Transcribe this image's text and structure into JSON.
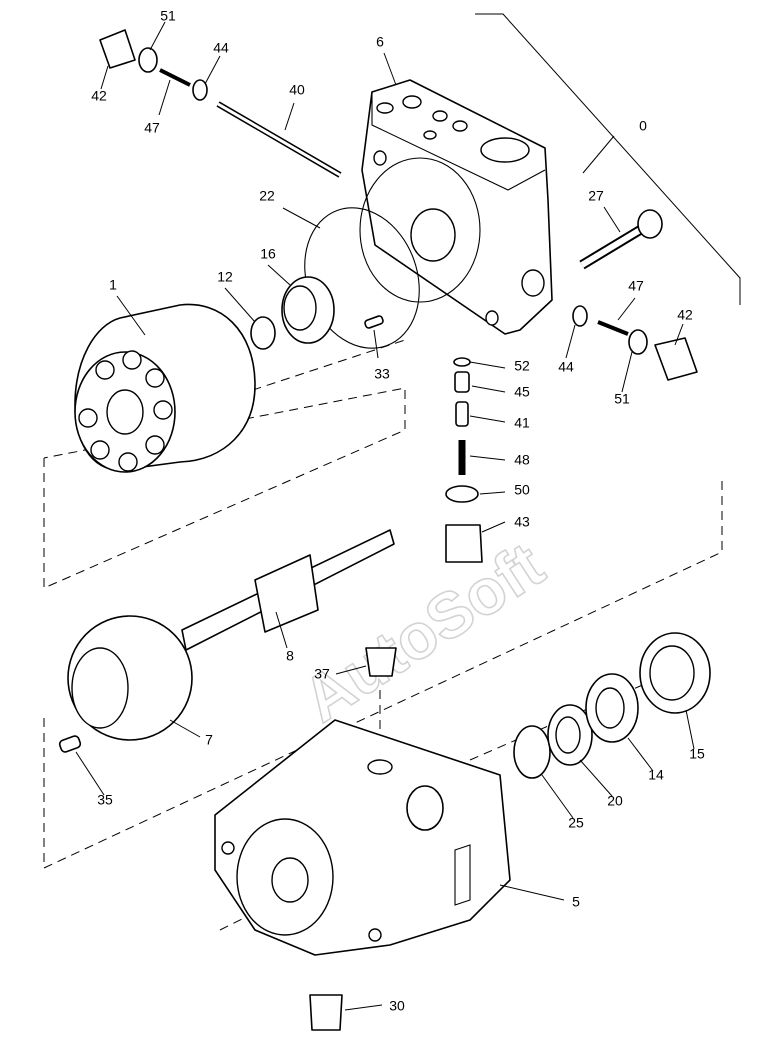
{
  "watermark": "AutoSoft",
  "callouts": [
    {
      "id": "c0",
      "text": "0"
    },
    {
      "id": "c1",
      "text": "1"
    },
    {
      "id": "c5",
      "text": "5"
    },
    {
      "id": "c6",
      "text": "6"
    },
    {
      "id": "c7",
      "text": "7"
    },
    {
      "id": "c8",
      "text": "8"
    },
    {
      "id": "c12",
      "text": "12"
    },
    {
      "id": "c14",
      "text": "14"
    },
    {
      "id": "c15",
      "text": "15"
    },
    {
      "id": "c16",
      "text": "16"
    },
    {
      "id": "c20",
      "text": "20"
    },
    {
      "id": "c22",
      "text": "22"
    },
    {
      "id": "c25",
      "text": "25"
    },
    {
      "id": "c27",
      "text": "27"
    },
    {
      "id": "c30",
      "text": "30"
    },
    {
      "id": "c33",
      "text": "33"
    },
    {
      "id": "c35",
      "text": "35"
    },
    {
      "id": "c37",
      "text": "37"
    },
    {
      "id": "c40",
      "text": "40"
    },
    {
      "id": "c41",
      "text": "41"
    },
    {
      "id": "c42a",
      "text": "42"
    },
    {
      "id": "c42b",
      "text": "42"
    },
    {
      "id": "c43",
      "text": "43"
    },
    {
      "id": "c44a",
      "text": "44"
    },
    {
      "id": "c44b",
      "text": "44"
    },
    {
      "id": "c45",
      "text": "45"
    },
    {
      "id": "c47a",
      "text": "47"
    },
    {
      "id": "c47b",
      "text": "47"
    },
    {
      "id": "c48",
      "text": "48"
    },
    {
      "id": "c50",
      "text": "50"
    },
    {
      "id": "c51a",
      "text": "51"
    },
    {
      "id": "c51b",
      "text": "51"
    },
    {
      "id": "c52",
      "text": "52"
    }
  ]
}
